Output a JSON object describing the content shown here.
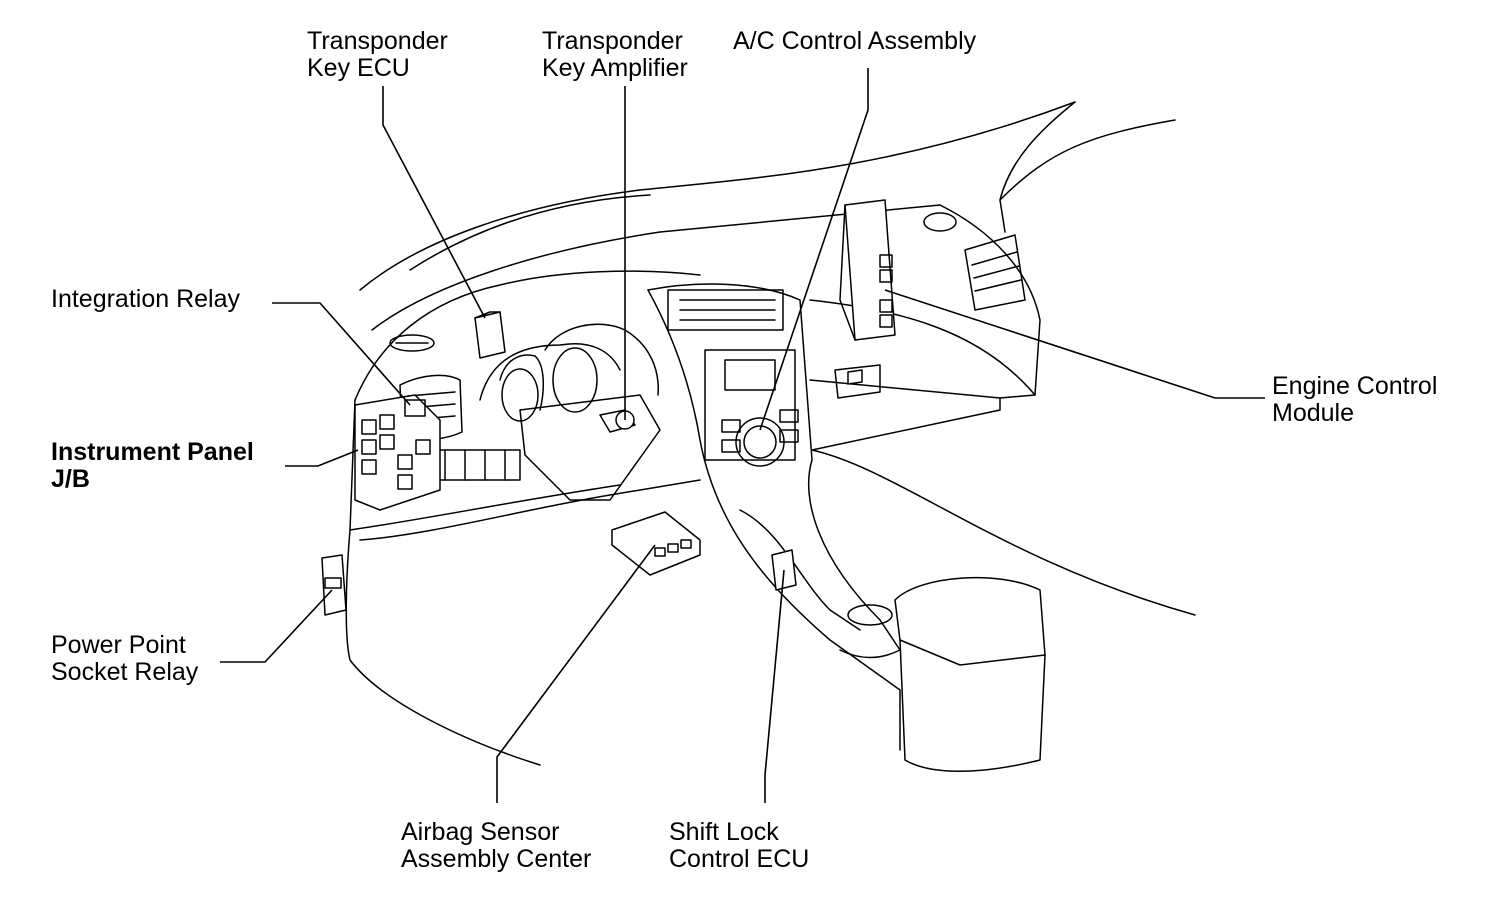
{
  "labels": {
    "transponder_key_ecu": [
      "Transponder",
      "Key ECU"
    ],
    "transponder_key_amplifier": [
      "Transponder",
      "Key Amplifier"
    ],
    "ac_control_assembly": [
      "A/C Control Assembly"
    ],
    "integration_relay": [
      "Integration Relay"
    ],
    "instrument_panel_jb": [
      "Instrument Panel",
      "J/B"
    ],
    "engine_control_module": [
      "Engine Control",
      "Module"
    ],
    "power_point_socket_relay": [
      "Power Point",
      "Socket Relay"
    ],
    "airbag_sensor_assembly_center": [
      "Airbag Sensor",
      "Assembly Center"
    ],
    "shift_lock_control_ecu": [
      "Shift Lock",
      "Control ECU"
    ]
  }
}
